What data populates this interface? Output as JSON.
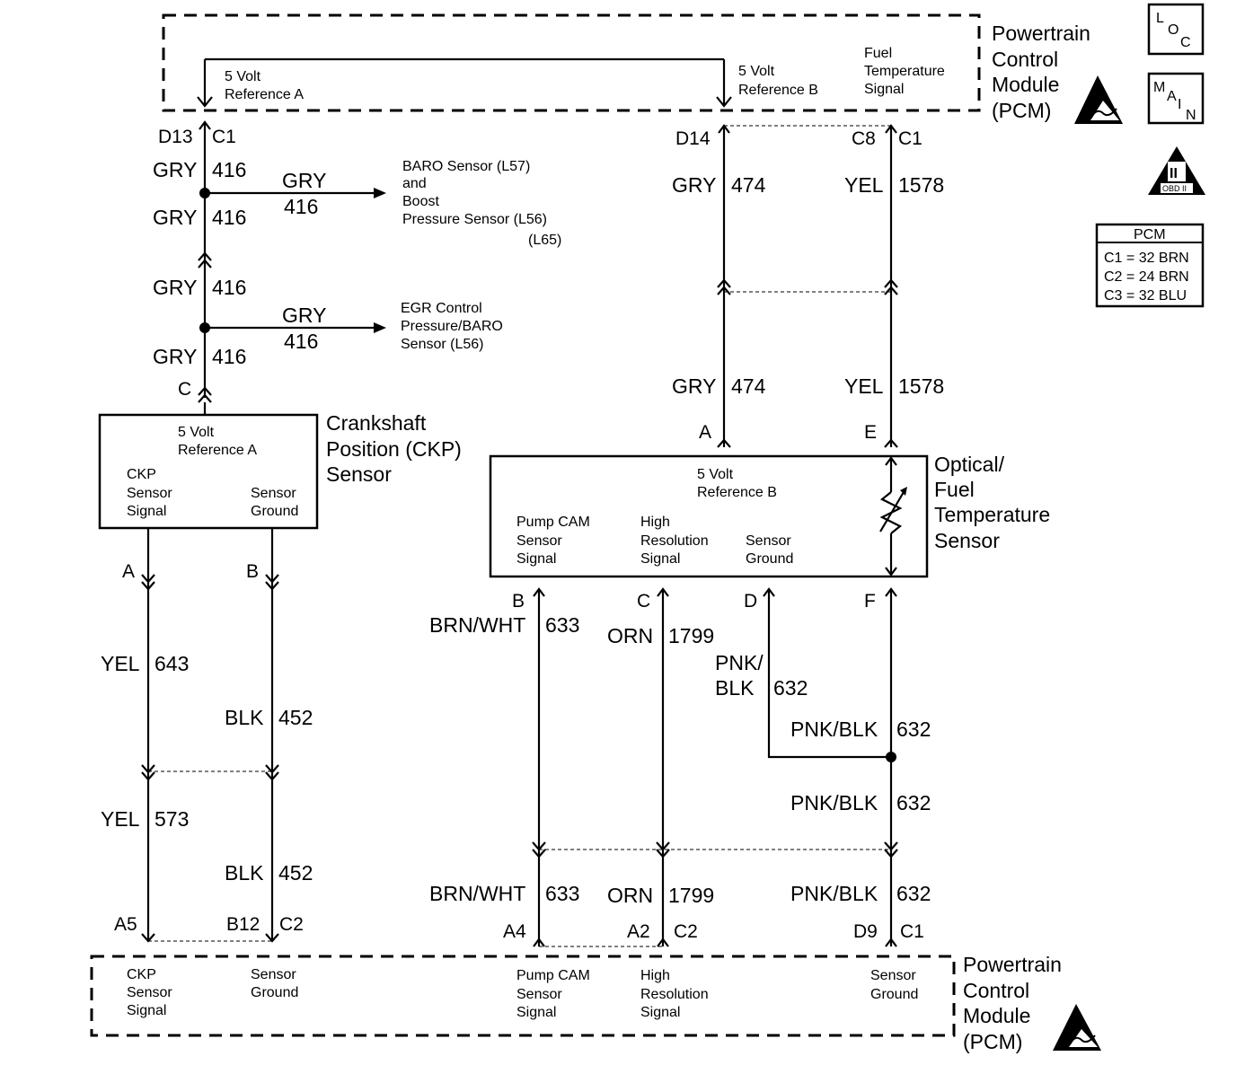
{
  "pcm_top": {
    "title_lines": [
      "Powertrain",
      "Control",
      "Module",
      "(PCM)"
    ],
    "ref_a_lines": [
      "5 Volt",
      "Reference A"
    ],
    "ref_b_lines": [
      "5 Volt",
      "Reference B"
    ],
    "fuel_temp_lines": [
      "Fuel",
      "Temperature",
      "Signal"
    ]
  },
  "pcm_bottom": {
    "title_lines": [
      "Powertrain",
      "Control",
      "Module",
      "(PCM)"
    ],
    "ckp_lines": [
      "CKP",
      "Sensor",
      "Signal"
    ],
    "ground_lines": [
      "Sensor",
      "Ground"
    ],
    "pump_lines": [
      "Pump CAM",
      "Sensor",
      "Signal"
    ],
    "highres_lines": [
      "High",
      "Resolution",
      "Signal"
    ],
    "ground2_lines": [
      "Sensor",
      "Ground"
    ]
  },
  "legend": {
    "loc_letters": [
      "L",
      "O",
      "C"
    ],
    "main_letters": [
      "M",
      "A",
      "I",
      "N"
    ],
    "obd_roman": "II",
    "obd_text": "OBD II",
    "pcm_table_title": "PCM",
    "pcm_table_rows": [
      "C1 = 32 BRN",
      "C2 = 24 BRN",
      "C3 = 32 BLU"
    ]
  },
  "pins": {
    "d13": "D13",
    "c1a": "C1",
    "d14": "D14",
    "c8": "C8",
    "c1b": "C1",
    "c_ckp": "C",
    "a_opt": "A",
    "e_opt": "E",
    "a_ckp": "A",
    "b_ckp": "B",
    "b_opt": "B",
    "c_opt": "C",
    "d_opt": "D",
    "f_opt": "F",
    "a5": "A5",
    "b12": "B12",
    "c2a": "C2",
    "a4": "A4",
    "a2": "A2",
    "c2b": "C2",
    "d9": "D9",
    "c1c": "C1"
  },
  "wires": {
    "gry": "GRY",
    "c416": "416",
    "c474": "474",
    "yel": "YEL",
    "c1578": "1578",
    "c643": "643",
    "c573": "573",
    "blk": "BLK",
    "c452": "452",
    "brnwht": "BRN/WHT",
    "c633": "633",
    "orn": "ORN",
    "c1799": "1799",
    "pnkblk": "PNK/BLK",
    "c632": "632",
    "pnk_split": [
      "PNK/",
      "BLK"
    ]
  },
  "branches": {
    "baro_lines": [
      "BARO Sensor (L57)",
      "and",
      "Boost",
      "Pressure Sensor (L56)",
      "(L65)"
    ],
    "egr_lines": [
      "EGR Control",
      "Pressure/BARO",
      "Sensor  (L56)"
    ]
  },
  "ckp_sensor": {
    "title_lines": [
      "Crankshaft",
      "Position (CKP)",
      "Sensor"
    ],
    "ref_lines": [
      "5 Volt",
      "Reference A"
    ],
    "signal_lines": [
      "CKP",
      "Sensor",
      "Signal"
    ],
    "ground_lines": [
      "Sensor",
      "Ground"
    ]
  },
  "optical_sensor": {
    "title_lines": [
      "Optical/",
      "Fuel",
      "Temperature",
      "Sensor"
    ],
    "ref_lines": [
      "5 Volt",
      "Reference B"
    ],
    "pump_lines": [
      "Pump CAM",
      "Sensor",
      "Signal"
    ],
    "highres_lines": [
      "High",
      "Resolution",
      "Signal"
    ],
    "ground_lines": [
      "Sensor",
      "Ground"
    ]
  }
}
